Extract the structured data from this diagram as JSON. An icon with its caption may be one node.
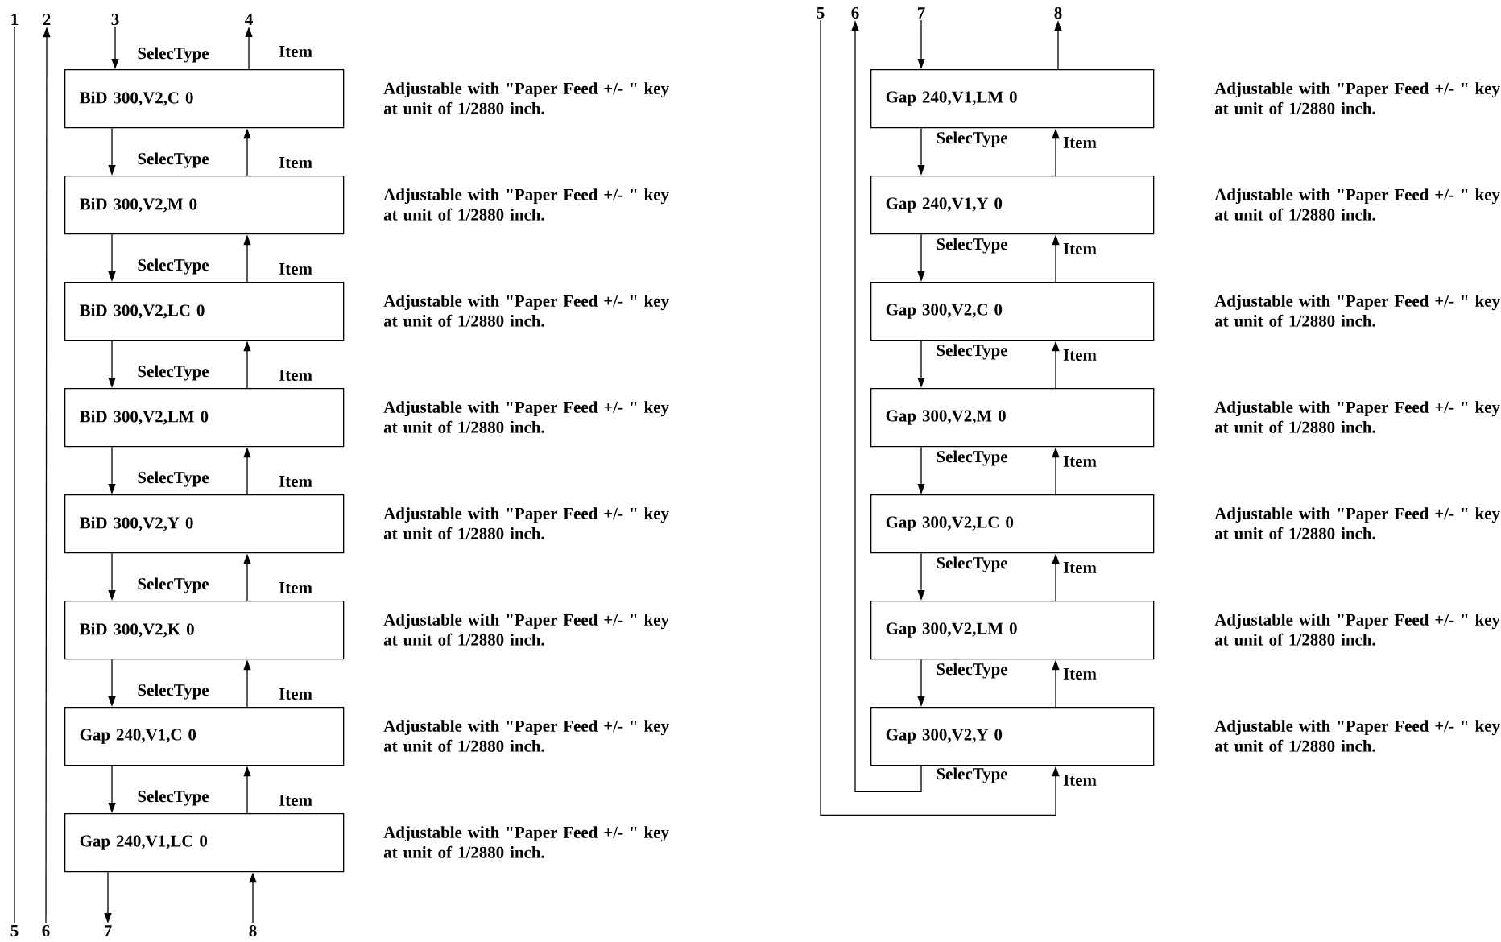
{
  "diagram": {
    "nodes": [
      {
        "text": [
          "1"
        ]
      },
      {
        "text": [
          "2"
        ]
      },
      {
        "text": [
          "3"
        ]
      },
      {
        "text": [
          "4"
        ]
      },
      {
        "text": [
          "BiD 300,V2,C 0"
        ],
        "beside": [
          "Adjustable with \"Paper Feed +/- \" key at unit of 1/2880 inch."
        ]
      },
      {
        "text": [
          "BiD 300,V2,M 0"
        ],
        "beside": [
          "Adjustable with \"Paper Feed +/- \" key at unit of 1/2880 inch."
        ]
      },
      {
        "text": [
          "BiD 300,V2,LC 0"
        ],
        "beside": [
          "Adjustable with \"Paper Feed +/- \" key at unit of 1/2880 inch."
        ]
      },
      {
        "text": [
          "BiD 300,V2,LM 0"
        ],
        "beside": [
          "Adjustable with \"Paper Feed +/- \" key at unit of 1/2880 inch."
        ]
      },
      {
        "text": [
          "BiD 300,V2,Y 0"
        ],
        "beside": [
          "Adjustable with \"Paper Feed +/- \" key at unit of 1/2880 inch."
        ]
      },
      {
        "text": [
          "BiD 300,V2,K 0"
        ],
        "beside": [
          "Adjustable with \"Paper Feed +/- \" key at unit of 1/2880 inch."
        ]
      },
      {
        "text": [
          "Gap 240,V1,C 0"
        ],
        "beside": [
          "Adjustable with \"Paper Feed +/- \" key at unit of 1/2880 inch."
        ]
      },
      {
        "text": [
          "Gap 240,V1,LC 0"
        ],
        "beside": [
          "Adjustable with \"Paper Feed +/- \" key at unit of 1/2880 inch."
        ]
      },
      {
        "text": [
          "5"
        ]
      },
      {
        "text": [
          "6"
        ]
      },
      {
        "text": [
          "7"
        ]
      },
      {
        "text": [
          "8"
        ]
      },
      {
        "text": [
          "5"
        ]
      },
      {
        "text": [
          "6"
        ]
      },
      {
        "text": [
          "7"
        ]
      },
      {
        "text": [
          "8"
        ]
      },
      {
        "text": [
          "Gap 240,V1,LM 0"
        ],
        "beside": [
          "Adjustable with \"Paper Feed +/- \" key at unit of 1/2880 inch."
        ]
      },
      {
        "text": [
          "Gap 240,V1,Y 0"
        ],
        "beside": [
          "Adjustable with \"Paper Feed +/- \" key at unit of 1/2880 inch."
        ]
      },
      {
        "text": [
          "Gap 300,V2,C 0"
        ],
        "beside": [
          "Adjustable with \"Paper Feed +/- \" key at unit of 1/2880 inch."
        ]
      },
      {
        "text": [
          "Gap 300,V2,M 0"
        ],
        "beside": [
          "Adjustable with \"Paper Feed +/- \" key at unit of 1/2880 inch."
        ]
      },
      {
        "text": [
          "Gap 300,V2,LC 0"
        ],
        "beside": [
          "Adjustable with \"Paper Feed +/- \" key at unit of 1/2880 inch."
        ]
      },
      {
        "text": [
          "Gap 300,V2,LM 0"
        ],
        "beside": [
          "Adjustable with \"Paper Feed +/- \" key at unit of 1/2880 inch."
        ]
      },
      {
        "text": [
          "Gap 300,V2,Y 0"
        ],
        "beside": [
          "Adjustable with \"Paper Feed +/- \" key at unit of 1/2880 inch."
        ]
      }
    ],
    "edges": [
      {
        "from": 0,
        "to": 12,
        "arrow": "none"
      },
      {
        "from": 13,
        "to": 1,
        "arrow": "to"
      },
      {
        "from": 2,
        "to": 4,
        "arrow": "to",
        "label": "SelecType"
      },
      {
        "from": 4,
        "to": 3,
        "arrow": "to",
        "label": "Item"
      },
      {
        "from": 4,
        "to": 5,
        "arrow": "to",
        "label": "SelecType"
      },
      {
        "from": 5,
        "to": 4,
        "arrow": "to",
        "label": "Item"
      },
      {
        "from": 5,
        "to": 6,
        "arrow": "to",
        "label": "SelecType"
      },
      {
        "from": 6,
        "to": 5,
        "arrow": "to",
        "label": "Item"
      },
      {
        "from": 6,
        "to": 7,
        "arrow": "to",
        "label": "SelecType"
      },
      {
        "from": 7,
        "to": 6,
        "arrow": "to",
        "label": "Item"
      },
      {
        "from": 7,
        "to": 8,
        "arrow": "to",
        "label": "SelecType"
      },
      {
        "from": 8,
        "to": 7,
        "arrow": "to",
        "label": "Item"
      },
      {
        "from": 8,
        "to": 9,
        "arrow": "to",
        "label": "SelecType"
      },
      {
        "from": 9,
        "to": 8,
        "arrow": "to",
        "label": "Item"
      },
      {
        "from": 9,
        "to": 10,
        "arrow": "to",
        "label": "SelecType"
      },
      {
        "from": 10,
        "to": 9,
        "arrow": "to",
        "label": "Item"
      },
      {
        "from": 10,
        "to": 11,
        "arrow": "to",
        "label": "SelecType"
      },
      {
        "from": 11,
        "to": 10,
        "arrow": "to",
        "label": "Item"
      },
      {
        "from": 11,
        "to": 14,
        "arrow": "to"
      },
      {
        "from": 15,
        "to": 11,
        "arrow": "to"
      },
      {
        "from": 18,
        "to": 20,
        "arrow": "to"
      },
      {
        "from": 20,
        "to": 19,
        "arrow": "to"
      },
      {
        "from": 20,
        "to": 21,
        "arrow": "to",
        "label": "SelecType"
      },
      {
        "from": 21,
        "to": 20,
        "arrow": "to",
        "label": "Item"
      },
      {
        "from": 21,
        "to": 22,
        "arrow": "to",
        "label": "SelecType"
      },
      {
        "from": 22,
        "to": 21,
        "arrow": "to",
        "label": "Item"
      },
      {
        "from": 22,
        "to": 23,
        "arrow": "to",
        "label": "SelecType"
      },
      {
        "from": 23,
        "to": 22,
        "arrow": "to",
        "label": "Item"
      },
      {
        "from": 23,
        "to": 24,
        "arrow": "to",
        "label": "SelecType"
      },
      {
        "from": 24,
        "to": 23,
        "arrow": "to",
        "label": "Item"
      },
      {
        "from": 24,
        "to": 25,
        "arrow": "to",
        "label": "SelecType"
      },
      {
        "from": 25,
        "to": 24,
        "arrow": "to",
        "label": "Item"
      },
      {
        "from": 25,
        "to": 26,
        "arrow": "to",
        "label": "SelecType"
      },
      {
        "from": 26,
        "to": 25,
        "arrow": "to",
        "label": "Item"
      },
      {
        "from": 26,
        "to": 17,
        "arrow": "to",
        "label": "SelecType"
      },
      {
        "from": 16,
        "to": 26,
        "arrow": "to",
        "label": "Item"
      }
    ]
  }
}
